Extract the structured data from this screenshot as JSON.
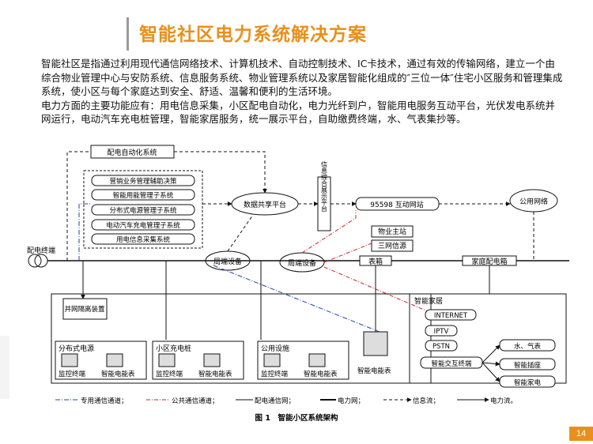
{
  "slide": {
    "title": "智能社区电力系统解决方案",
    "page_number": "14",
    "paragraphs": [
      "智能社区是指通过利用现代通信网络技术、计算机技术、自动控制技术、IC卡技术，通过有效的传输网络，建立一个由综合物业管理中心与安防系统、信息服务系统、物业管理系统以及家居智能化组成的″三位一体″住宅小区服务和管理集成系统，使小区与每个家庭达到安全、舒适、温馨和便利的生活环境。",
      "电力方面的主要功能应有：用电信息采集，小区配电自动化，电力光纤到户，智能用电服务互动平台，光伏发电系统并网运行，电动汽车充电桩管理，智能家居服务，统一展示平台，自助缴费终端，水、气表集抄等。"
    ]
  },
  "diagram": {
    "dist_automation": "配电自动化系统",
    "subsystems": [
      "营销业务管理辅助决策",
      "智能用能管理子系统",
      "分布式电源管理子系统",
      "电动汽车充电管理子系统",
      "用电信息采集系统"
    ],
    "data_share": "数据共享平台",
    "info_display": "信息综合展示平台",
    "hotline": "95598 互动网站",
    "public_net": "公用网络",
    "distribution_end": "配电终端",
    "local_device_1": "局端设备",
    "local_device_2": "局端设备",
    "power_station": "物业主站",
    "triple_play": "三网信源",
    "meter_box": "表箱",
    "home_box": "家庭配电箱",
    "grid_isolation": "并网隔离装置",
    "group1_label": "分布式电源",
    "group2_label": "小区充电桩",
    "group3_label": "公用设施",
    "monitor_terminal": "监控终端",
    "smart_meter": "智能电能表",
    "smart_home": "智能家居",
    "internet": "INTERNET",
    "iptv": "IPTV",
    "pstn": "PSTN",
    "interaction_terminal": "智能交互终端",
    "water_gas": "水、气表",
    "smart_socket": "智能插座",
    "smart_appliance": "智能家电",
    "legend": {
      "private": "专用通信通道；",
      "public": "公共通信通道；",
      "dist_net": "配电通信网；",
      "power_net": "电力网；",
      "info_flow": "信息流；",
      "power_flow": "电力流。"
    },
    "caption": "图 1　智能小区系统架构"
  }
}
